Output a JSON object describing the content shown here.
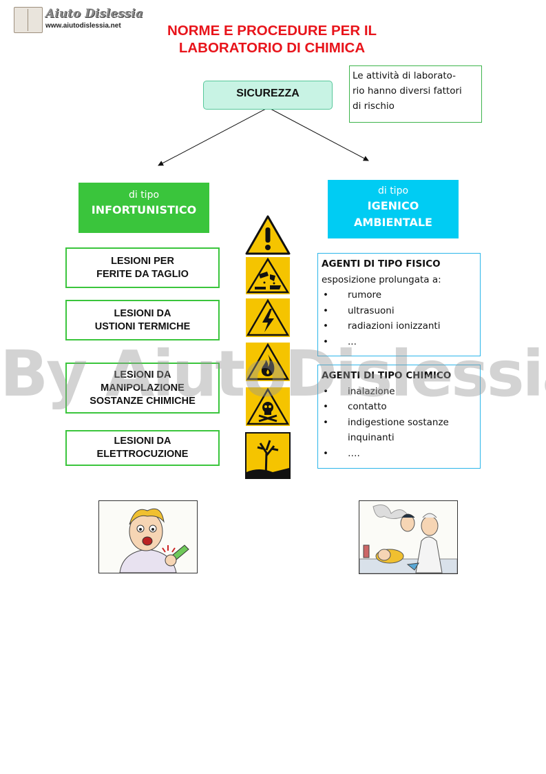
{
  "logo": {
    "title": "Aiuto Dislessia",
    "url": "www.aiutodislessia.net"
  },
  "header": {
    "title_line1": "NORME E PROCEDURE PER IL",
    "title_line2": "LABORATORIO DI CHIMICA"
  },
  "watermark": "By AiutoDislessia.net",
  "center": {
    "label": "SICUREZZA"
  },
  "note": {
    "line1": "Le attività di laborato-",
    "line2": "rio hanno diversi fattori",
    "line3": "di rischio"
  },
  "left_category": {
    "prefix": "di tipo",
    "name": "INFORTUNISTICO"
  },
  "right_category": {
    "prefix": "di tipo",
    "name_line1": "IGENICO",
    "name_line2": "AMBIENTALE"
  },
  "injuries": [
    {
      "line1": "LESIONI PER",
      "line2": "FERITE DA TAGLIO"
    },
    {
      "line1": "LESIONI DA",
      "line2": "USTIONI TERMICHE"
    },
    {
      "line1": "LESIONI DA",
      "line2": "MANIPOLAZIONE",
      "line3": "SOSTANZE CHIMICHE"
    },
    {
      "line1": "LESIONI DA",
      "line2": "ELETTROCUZIONE"
    }
  ],
  "physical_agents": {
    "title": "AGENTI DI TIPO FISICO",
    "intro": "esposizione prolungata a:",
    "items": [
      "rumore",
      "ultrasuoni",
      "radiazioni ionizzanti",
      "..."
    ]
  },
  "chemical_agents": {
    "title": "AGENTI DI TIPO CHIMICO",
    "items": [
      "inalazione",
      "contatto",
      "indigestione sostanze",
      "inquinanti",
      "…."
    ]
  },
  "signs": [
    "warning-sign-icon",
    "corrosive-sign-icon",
    "electric-sign-icon",
    "flammable-sign-icon",
    "toxic-sign-icon",
    "environment-hazard-sign-icon"
  ],
  "colors": {
    "title": "#e8141b",
    "green": "#3ac53c",
    "cyan": "#00ccf3",
    "hazard_yellow": "#f5c400",
    "mint": "#c8f3e4"
  }
}
